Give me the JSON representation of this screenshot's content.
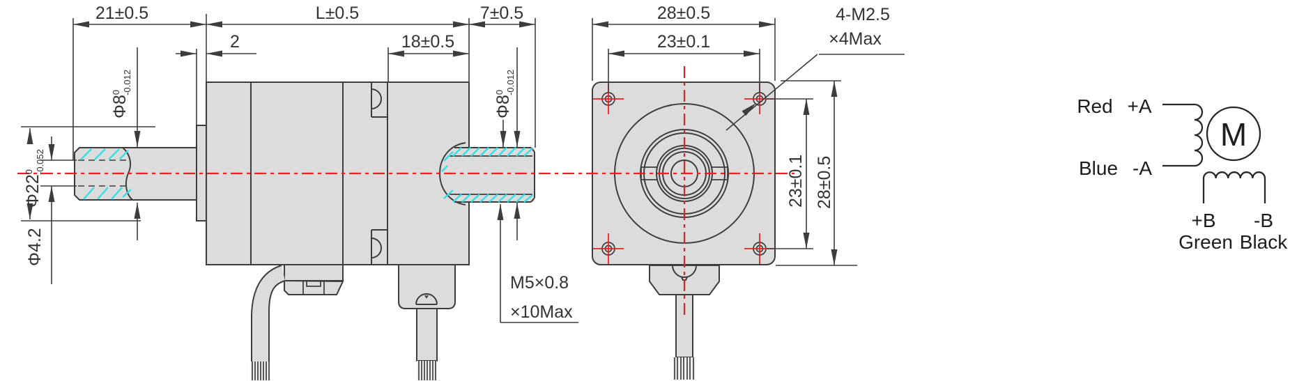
{
  "title": "stepper-motor-outline-drawing",
  "colors": {
    "line": "#3d3d3d",
    "fill": "#dcdcdc",
    "red": "#e62222",
    "cyan": "#35dfe6",
    "wire": "#272727",
    "text": "#333333"
  },
  "side_view": {
    "dim_rear_length": "21±0.5",
    "dim_body_length": "L±0.5",
    "dim_shaft_length": "7±0.5",
    "dim_pilot_depth": "2",
    "dim_front_section": "18±0.5",
    "dim_shaft_dia": "Φ8",
    "shaft_dia_tol_upper": "0",
    "shaft_dia_tol_lower": "-0.012",
    "dim_pilot_dia": "Φ22",
    "pilot_dia_tol_upper": "0",
    "pilot_dia_tol_lower": "-0.052",
    "dim_hole_dia": "Φ4.2",
    "thread_note_line1": "M5×0.8",
    "thread_note_line2": "×10Max"
  },
  "front_view": {
    "dim_width": "28±0.5",
    "dim_hole_spacing_h": "23±0.1",
    "dim_hole_spacing_v": "23±0.1",
    "dim_height": "28±0.5",
    "screw_note_line1": "4-M2.5",
    "screw_note_line2": "×4Max"
  },
  "wiring": {
    "lead_red": "Red",
    "phase_a_plus": "+A",
    "lead_blue": "Blue",
    "phase_a_minus": "-A",
    "motor_symbol": "M",
    "phase_b_plus": "+B",
    "phase_b_minus": "-B",
    "lead_green": "Green",
    "lead_black": "Black"
  }
}
